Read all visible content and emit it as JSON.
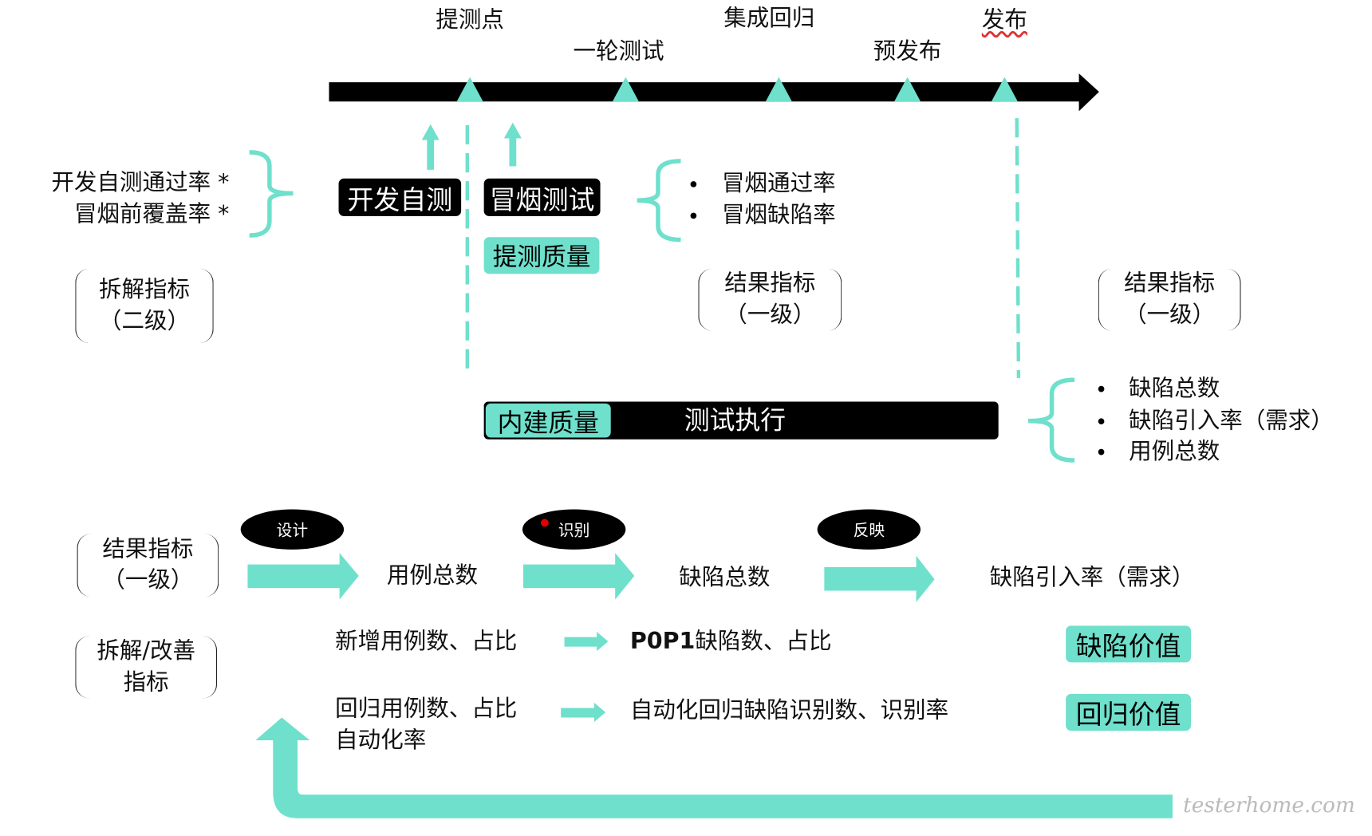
{
  "timeline": {
    "milestones": [
      "提测点",
      "一轮测试",
      "集成回归",
      "预发布",
      "发布"
    ]
  },
  "left_metrics": [
    "开发自测通过率 *",
    "冒烟前覆盖率 *"
  ],
  "boxes": {
    "dev_self_test": "开发自测",
    "smoke_test": "冒烟测试",
    "submit_quality": "提测质量",
    "built_in_quality": "内建质量",
    "test_execution": "测试执行",
    "defect_value": "缺陷价值",
    "regression_value": "回归价值"
  },
  "smoke_metrics": [
    "冒烟通过率",
    "冒烟缺陷率"
  ],
  "release_metrics": [
    "缺陷总数",
    "缺陷引入率（需求）",
    "用例总数"
  ],
  "labels": {
    "breakdown_l2": [
      "拆解指标",
      "（二级）"
    ],
    "result_l1": [
      "结果指标",
      "（一级）"
    ],
    "breakdown_improve": [
      "拆解/改善",
      "指标"
    ]
  },
  "flow": {
    "ovals": [
      "设计",
      "识别",
      "反映"
    ],
    "nodes": [
      "用例总数",
      "缺陷总数",
      "缺陷引入率（需求）"
    ]
  },
  "detail": {
    "row1_left": "新增用例数、占比",
    "row1_right_bold": "P0P1",
    "row1_right": "缺陷数、占比",
    "row2_left": "回归用例数、占比",
    "row2_left_2": "自动化率",
    "row2_right": "自动化回归缺陷识别数、识别率"
  },
  "watermark": "testerhome.com",
  "colors": {
    "accent": "#6ee0cc",
    "dark": "#000000",
    "dot": "#e00000"
  }
}
